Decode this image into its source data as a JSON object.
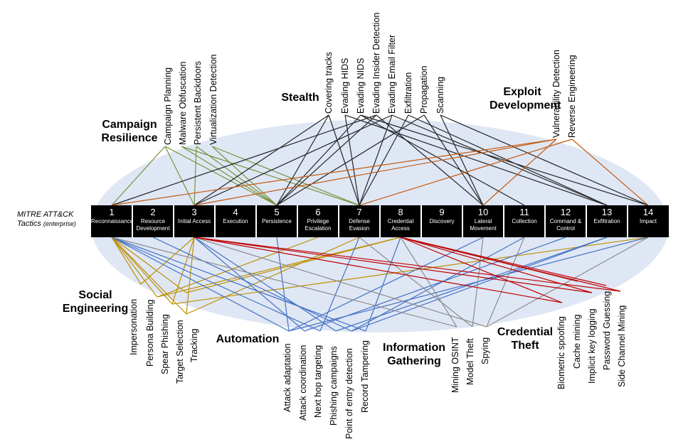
{
  "mitre_label": "MITRE ATT&CK",
  "mitre_sub": "Tactics",
  "mitre_enterprise": "(enterprise)",
  "tactics": [
    {
      "num": "1",
      "name": "Reconnaissance"
    },
    {
      "num": "2",
      "name": "Resource Development"
    },
    {
      "num": "3",
      "name": "Initial Access"
    },
    {
      "num": "4",
      "name": "Execution"
    },
    {
      "num": "5",
      "name": "Persistence"
    },
    {
      "num": "6",
      "name": "Privilege Escalation"
    },
    {
      "num": "7",
      "name": "Defense Evasion"
    },
    {
      "num": "8",
      "name": "Credential Access"
    },
    {
      "num": "9",
      "name": "Discovery"
    },
    {
      "num": "10",
      "name": "Lateral Movement"
    },
    {
      "num": "11",
      "name": "Collection"
    },
    {
      "num": "12",
      "name": "Command & Control"
    },
    {
      "num": "13",
      "name": "Exfiltration"
    },
    {
      "num": "14",
      "name": "Impact"
    }
  ],
  "groups": [
    {
      "name": "Campaign Resilience",
      "color": "#77933c",
      "items": [
        {
          "label": "Campaign Planning",
          "targets": [
            1,
            3,
            5
          ]
        },
        {
          "label": "Malware Obfuscation",
          "targets": [
            5,
            7
          ]
        },
        {
          "label": "Persistent Backdoors",
          "targets": [
            3,
            5
          ]
        },
        {
          "label": "Virtualization Detection",
          "targets": [
            5,
            7
          ]
        }
      ]
    },
    {
      "name": "Stealth",
      "color": "#262626",
      "items": [
        {
          "label": "Covering tracks",
          "targets": [
            3,
            5,
            7
          ]
        },
        {
          "label": "Evading HIDS",
          "targets": [
            7,
            13
          ]
        },
        {
          "label": "Evading NIDS",
          "targets": [
            5,
            11,
            14
          ]
        },
        {
          "label": "Evading Insider Detection",
          "targets": [
            1,
            5,
            10
          ]
        },
        {
          "label": "Evading Email Filter",
          "targets": [
            3,
            7,
            13
          ]
        },
        {
          "label": "Exfiltration",
          "targets": [
            7,
            13
          ]
        },
        {
          "label": "Propagation",
          "targets": [
            5,
            10
          ]
        },
        {
          "label": "Scanning",
          "targets": [
            10,
            14
          ]
        }
      ]
    },
    {
      "name": "Exploit Development",
      "color": "#c55a11",
      "items": [
        {
          "label": "Vulnerability Detection",
          "targets": [
            1,
            3,
            10
          ]
        },
        {
          "label": "Reverse Engineering",
          "targets": [
            7,
            14
          ]
        }
      ]
    },
    {
      "name": "Social Engineering",
      "color": "#bf9000",
      "items": [
        {
          "label": "Impersonation",
          "targets": [
            1,
            3
          ]
        },
        {
          "label": "Persona Building",
          "targets": [
            1,
            6,
            8
          ]
        },
        {
          "label": "Spear Phishing",
          "targets": [
            1,
            3,
            14
          ]
        },
        {
          "label": "Target Selection",
          "targets": [
            1,
            3,
            7
          ]
        },
        {
          "label": "Tracking",
          "targets": [
            1,
            8
          ]
        }
      ]
    },
    {
      "name": "Automation",
      "color": "#4472c4",
      "items": [
        {
          "label": "Attack adaptation",
          "targets": [
            1,
            5,
            10,
            14
          ]
        },
        {
          "label": "Attack coordination",
          "targets": [
            3,
            12
          ]
        },
        {
          "label": "Next hop targeting",
          "targets": [
            1,
            7
          ]
        },
        {
          "label": "Phishing campaigns",
          "targets": [
            3,
            13
          ]
        },
        {
          "label": "Point of entry detection",
          "targets": [
            2,
            11,
            13
          ]
        },
        {
          "label": "Record Tampering",
          "targets": [
            1,
            8
          ]
        }
      ]
    },
    {
      "name": "Information Gathering",
      "color": "#8c8c8c",
      "items": [
        {
          "label": "Mining OSINT",
          "targets": [
            1,
            8
          ]
        },
        {
          "label": "Model Theft",
          "targets": [
            7,
            10
          ]
        },
        {
          "label": "Spying",
          "targets": [
            3,
            11,
            14
          ]
        }
      ]
    },
    {
      "name": "Credential Theft",
      "color": "#c00000",
      "items": [
        {
          "label": "Biometric spoofing",
          "targets": [
            3,
            8
          ]
        },
        {
          "label": "Cache mining",
          "targets": [
            8
          ]
        },
        {
          "label": "Implicit key logging",
          "targets": [
            3,
            8
          ]
        },
        {
          "label": "Password Guessing",
          "targets": [
            8
          ]
        },
        {
          "label": "Side Channel Mining",
          "targets": [
            3,
            8
          ]
        }
      ]
    }
  ]
}
